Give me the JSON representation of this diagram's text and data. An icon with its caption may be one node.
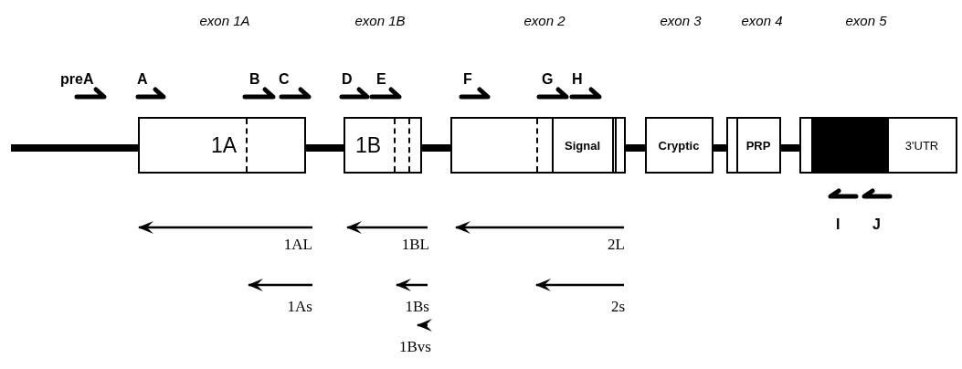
{
  "diagram": {
    "nodes": [
      {
        "text": [
          "1A"
        ]
      },
      {
        "text": [
          "1B"
        ]
      },
      {
        "text": [],
        "shape": "box"
      },
      {
        "text": [
          "Signal"
        ],
        "in": 2
      },
      {
        "text": [
          "Cryptic"
        ]
      },
      {
        "text": [
          "PRP"
        ]
      },
      {
        "text": [
          "3'UTR"
        ]
      }
    ],
    "edges": [
      {
        "from": 0,
        "to": 1,
        "arrow": "none"
      },
      {
        "from": 1,
        "to": 2,
        "arrow": "none"
      },
      {
        "from": 2,
        "to": 4,
        "arrow": "none"
      },
      {
        "from": 4,
        "to": 5,
        "arrow": "none"
      },
      {
        "from": 5,
        "to": 6,
        "arrow": "none"
      }
    ],
    "labels": [
      "exon 1A",
      "exon 1B",
      "exon 2",
      "exon 3",
      "exon 4",
      "exon 5",
      "preA",
      "A",
      "B",
      "C",
      "D",
      "E",
      "F",
      "G",
      "H",
      "I",
      "J",
      "1AL",
      "1BL",
      "2L",
      "1As",
      "1Bs",
      "2s",
      "1Bvs"
    ]
  }
}
